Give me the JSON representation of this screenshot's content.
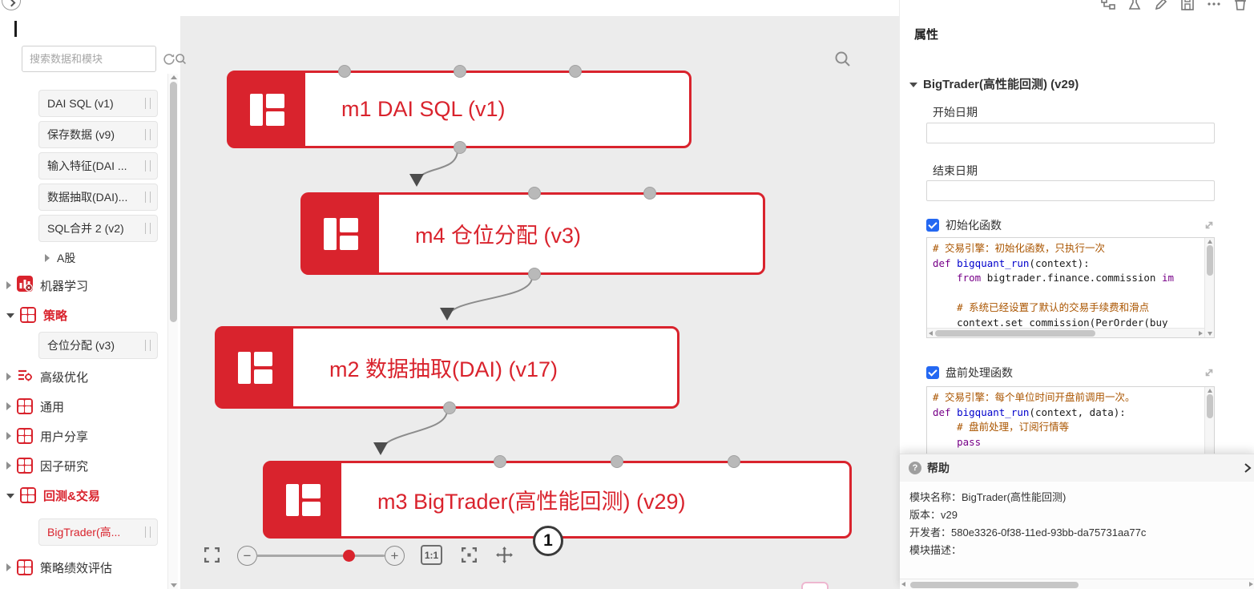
{
  "colors": {
    "accent": "#d9232d",
    "checkbox_blue": "#2468f2",
    "canvas_bg": "#ececec"
  },
  "top_icons": [
    "flowchart-icon",
    "flask-icon",
    "edit-icon",
    "save-icon",
    "more-icon",
    "trash-icon"
  ],
  "sidebar": {
    "search_placeholder": "搜索数据和模块",
    "items": [
      "DAI SQL (v1)",
      "保存数据 (v9)",
      "输入特征(DAI ...",
      "数据抽取(DAI)...",
      "SQL合并 2 (v2)"
    ],
    "a_share": "A股",
    "ml": "机器学习",
    "strategy": "策略",
    "strategy_child": "仓位分配 (v3)",
    "advanced": "高级优化",
    "common": "通用",
    "share": "用户分享",
    "factor": "因子研究",
    "backtest": "回测&交易",
    "backtest_child": "BigTrader(高...",
    "perf": "策略绩效评估"
  },
  "canvas": {
    "node_m1": "m1 DAI SQL (v1)",
    "node_m4": "m4 仓位分配 (v3)",
    "node_m2": "m2 数据抽取(DAI) (v17)",
    "node_m3": "m3 BigTrader(高性能回测) (v29)",
    "zoom_reset": "1:1",
    "order_badge": "1"
  },
  "props": {
    "title": "属性",
    "section_title": "BigTrader(高性能回测) (v29)",
    "start_label": "开始日期",
    "start_value": "",
    "end_label": "结束日期",
    "end_value": "",
    "init_label": "初始化函数",
    "pre_label": "盘前处理函数",
    "init_code": {
      "c1": "# 交易引擎：初始化函数，只执行一次",
      "k2": "def",
      "f2": " bigquant_run",
      "p2": "(context):",
      "k3": "    from",
      "p3": " bigtrader.finance.commission ",
      "k3b": "im",
      "c5": "    # 系统已经设置了默认的交易手续费和滑点",
      "p6": "    context.set_commission(PerOrder(buy"
    },
    "pre_code": {
      "c1": "# 交易引擎：每个单位时间开盘前调用一次。",
      "k2": "def",
      "f2": " bigquant_run",
      "p2": "(context, data):",
      "c3": "    # 盘前处理，订阅行情等",
      "k4": "    pass"
    }
  },
  "help": {
    "title": "帮助",
    "name_label": "模块名称：",
    "name_value": "BigTrader(高性能回测)",
    "version_label": "版本：",
    "version_value": "v29",
    "dev_label": "开发者：",
    "dev_value": "580e3326-0f38-11ed-93bb-da75731aa77c",
    "desc_label": "模块描述：",
    "desc_value": ""
  }
}
